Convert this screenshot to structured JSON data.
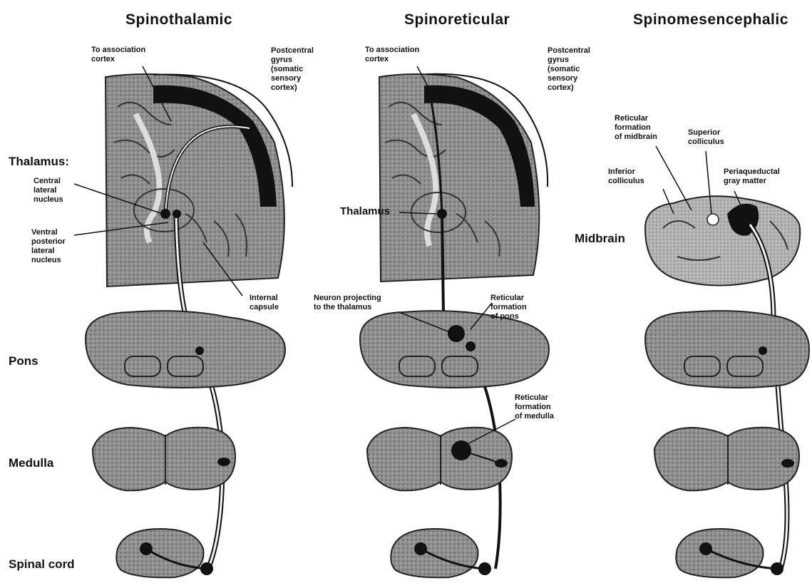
{
  "titles": {
    "spinothalamic": "Spinothalamic",
    "spinoreticular": "Spinoreticular",
    "spinomesencephalic": "Spinomesencephalic"
  },
  "left_labels": {
    "thalamus": "Thalamus:",
    "pons": "Pons",
    "medulla": "Medulla",
    "spinal_cord": "Spinal cord"
  },
  "panel1": {
    "to_association_cortex": "To association\ncortex",
    "postcentral_gyrus": "Postcentral\ngyrus\n(somatic\nsensory\ncortex)",
    "central_lateral_nucleus": "Central\nlateral\nnucleus",
    "ventral_posterior_lateral_nucleus": "Ventral\nposterior\nlateral\nnucleus",
    "internal_capsule": "Internal\ncapsule"
  },
  "panel2": {
    "to_association_cortex": "To association\ncortex",
    "postcentral_gyrus": "Postcentral\ngyrus\n(somatic\nsensory\ncortex)",
    "thalamus": "Thalamus",
    "neuron_projecting": "Neuron projecting\nto the thalamus",
    "reticular_formation_pons": "Reticular\nformation\nof pons",
    "reticular_formation_medulla": "Reticular\nformation\nof medulla"
  },
  "panel3": {
    "reticular_formation_midbrain": "Reticular\nformation\nof midbrain",
    "superior_colliculus": "Superior\ncolliculus",
    "inferior_colliculus": "Inferior\ncolliculus",
    "periaqueductal_gray": "Periaqueductal\ngray matter",
    "midbrain": "Midbrain"
  }
}
